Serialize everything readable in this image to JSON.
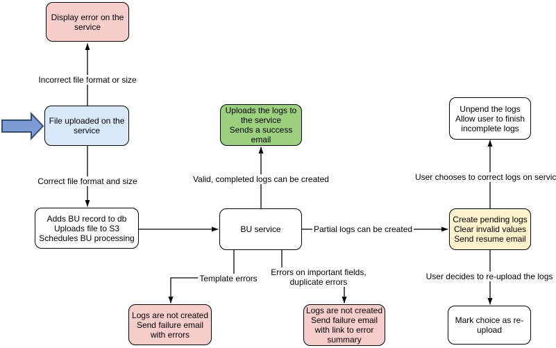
{
  "diagram": {
    "type": "flowchart",
    "colors": {
      "pink_fill": "#F8CECC",
      "blue_fill": "#DAE8FC",
      "green_fill": "#9CD07E",
      "yellow_fill": "#FFF2CC",
      "white_fill": "#FFFFFF",
      "stroke": "#000000",
      "pointer_fill": "#7D9CD6",
      "pointer_stroke": "#314E6F"
    },
    "nodes": {
      "display_error": {
        "lines": [
          "Display error on the",
          "service"
        ]
      },
      "file_uploaded": {
        "lines": [
          "File uploaded on the",
          "service"
        ]
      },
      "adds_bu_record": {
        "lines": [
          "Adds BU record to db",
          "Uploads file to S3",
          "Schedules BU processing"
        ]
      },
      "bu_service": {
        "lines": [
          "BU service"
        ]
      },
      "uploads_logs": {
        "lines": [
          "Uploads the logs to",
          "the service",
          "Sends a success",
          "email"
        ]
      },
      "create_pending": {
        "lines": [
          "Create pending logs",
          "Clear invalid values",
          "Send resume email"
        ]
      },
      "unpend_logs": {
        "lines": [
          "Unpend the logs",
          "Allow user to finish",
          "incomplete logs"
        ]
      },
      "mark_reupload": {
        "lines": [
          "Mark choice as re-",
          "upload"
        ]
      },
      "logs_not_created_errors": {
        "lines": [
          "Logs are not created",
          "Send failure email",
          "with errors"
        ]
      },
      "logs_not_created_summary": {
        "lines": [
          "Logs are not created",
          "Send failure email",
          "with link to error",
          "summary"
        ]
      }
    },
    "edge_labels": {
      "incorrect_format": "Incorrect file format or size",
      "correct_format": "Correct file format and size",
      "valid_logs": "Valid, completed logs can be created",
      "partial_logs": "Partial logs can be created",
      "template_errors": "Template errors",
      "field_errors": {
        "lines": [
          "Errors on important fields,",
          "duplicate errors"
        ]
      },
      "user_chooses": "User chooses to correct logs on service",
      "user_decides": "User decides to re-upload the logs"
    }
  }
}
